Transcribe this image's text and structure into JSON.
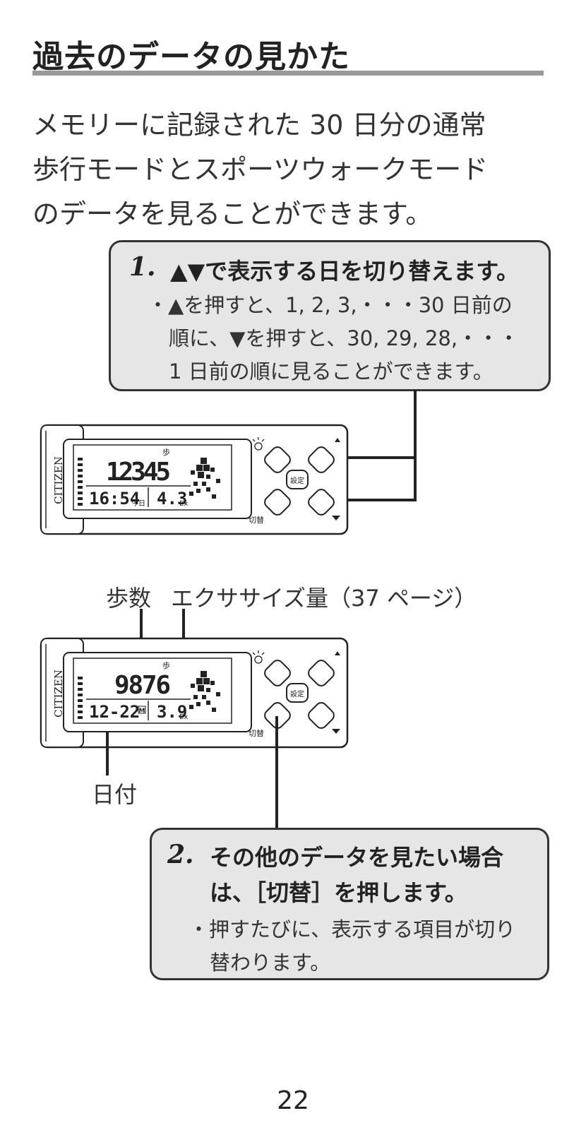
{
  "title": "過去のデータの見かた",
  "intro": [
    "メモリーに記録された 30 日分の通常",
    "歩行モードとスポーツウォークモード",
    "のデータを見ることができます。"
  ],
  "step1": {
    "number": "1.",
    "heading": "▲▼で表示する日を切り替えます。",
    "bullet_lines": [
      "・▲を押すと、1, 2, 3,・・・30 日前の",
      "順に、▼を押すと、30, 29, 28,・・・",
      "1 日前の順に見ることができます。"
    ]
  },
  "device1": {
    "brand": "CITIZEN",
    "steps_value": "12345",
    "steps_unit": "歩",
    "time": "16:54",
    "time_label": "今日",
    "ex_value": "4.3",
    "ex_unit": "Ex",
    "set_button": "設定",
    "switch_label": "切替"
  },
  "callouts": {
    "steps": "歩数",
    "exercise": "エクササイズ量（37 ページ）",
    "date": "日付"
  },
  "device2": {
    "brand": "CITIZEN",
    "steps_value": "9876",
    "steps_unit": "歩",
    "date": "12-22",
    "mode_badge": "M",
    "ex_value": "3.9",
    "ex_unit": "Ex",
    "set_button": "設定",
    "switch_label": "切替"
  },
  "step2": {
    "number": "2.",
    "heading_lines": [
      "その他のデータを見たい場合",
      "は、［切替］を押します。"
    ],
    "bullet_lines": [
      "・押すたびに、表示する項目が切り",
      "替わります。"
    ]
  },
  "page_number": "22",
  "colors": {
    "rule": "#999999",
    "box_fill": "#e6e6e6",
    "ink": "#222222"
  }
}
